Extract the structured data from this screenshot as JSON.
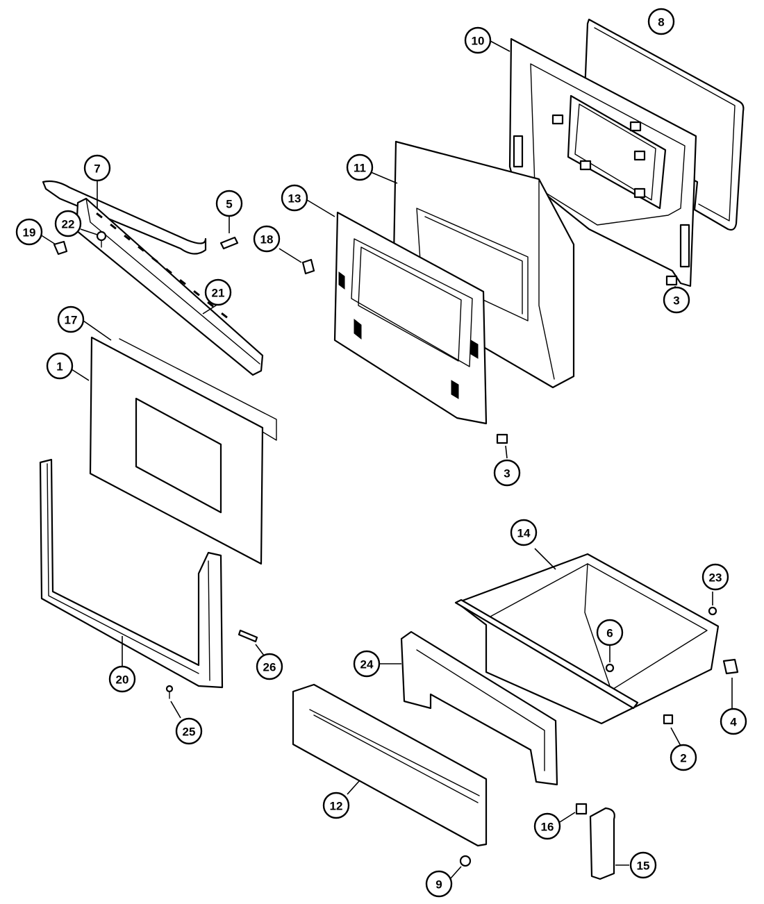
{
  "callouts": [
    {
      "id": "c1",
      "label": "1"
    },
    {
      "id": "c2",
      "label": "2"
    },
    {
      "id": "c3a",
      "label": "3"
    },
    {
      "id": "c3b",
      "label": "3"
    },
    {
      "id": "c4",
      "label": "4"
    },
    {
      "id": "c5",
      "label": "5"
    },
    {
      "id": "c6",
      "label": "6"
    },
    {
      "id": "c7",
      "label": "7"
    },
    {
      "id": "c8",
      "label": "8"
    },
    {
      "id": "c9",
      "label": "9"
    },
    {
      "id": "c10",
      "label": "10"
    },
    {
      "id": "c11",
      "label": "11"
    },
    {
      "id": "c12",
      "label": "12"
    },
    {
      "id": "c13",
      "label": "13"
    },
    {
      "id": "c14",
      "label": "14"
    },
    {
      "id": "c15",
      "label": "15"
    },
    {
      "id": "c16",
      "label": "16"
    },
    {
      "id": "c17",
      "label": "17"
    },
    {
      "id": "c18",
      "label": "18"
    },
    {
      "id": "c19",
      "label": "19"
    },
    {
      "id": "c20",
      "label": "20"
    },
    {
      "id": "c21",
      "label": "21"
    },
    {
      "id": "c22",
      "label": "22"
    },
    {
      "id": "c23",
      "label": "23"
    },
    {
      "id": "c24",
      "label": "24"
    },
    {
      "id": "c25",
      "label": "25"
    },
    {
      "id": "c26",
      "label": "26"
    }
  ]
}
